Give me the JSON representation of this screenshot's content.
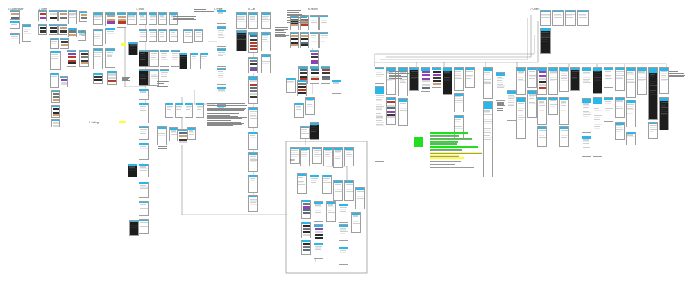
{
  "canvas": {
    "background": "#ffffff",
    "frame_border": "#bdbdbd"
  },
  "theme": {
    "header": "#29b6e8",
    "screen_bg": "#ffffff",
    "screen_border": "#9e9e9e",
    "dark_screen": "#1d1d1d",
    "connector": "#8a8a8a",
    "highlight_green": "#22dd22",
    "highlight_yellow": "#ffff33"
  },
  "section_labels": [
    "1. Log/Register",
    "2. Home",
    "3. Shop",
    "4. Profile",
    "5. Cart",
    "6. Search",
    "7. Orders",
    "8. Settings"
  ],
  "callout_label": "Flow",
  "icons": [
    "loading-spinner-icon"
  ]
}
